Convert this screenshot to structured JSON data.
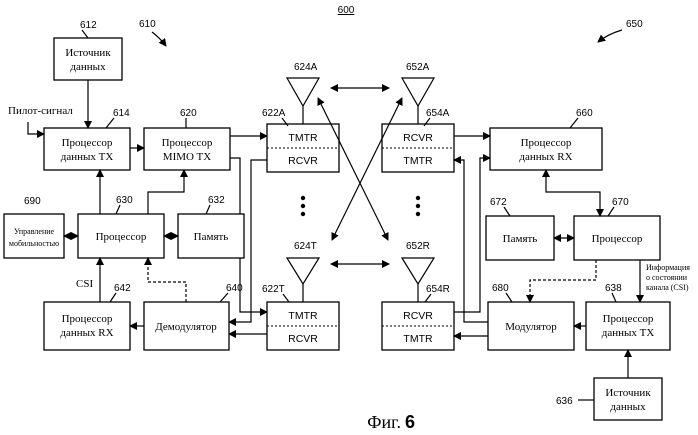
{
  "figure": {
    "number_ref": "600",
    "caption_text": "Фиг.",
    "caption_num": "6"
  },
  "systems": {
    "left_ref": "610",
    "right_ref": "650"
  },
  "boxes": {
    "src_l": {
      "ref": "612",
      "line1": "Источник",
      "line2": "данных"
    },
    "txp_l": {
      "ref": "614",
      "line1": "Процессор",
      "line2": "данных TX"
    },
    "mimo": {
      "ref": "620",
      "line1": "Процессор",
      "line2": "MIMO TX"
    },
    "mob": {
      "ref": "690",
      "line1": "Управление",
      "line2": "мобильностью"
    },
    "proc_l": {
      "ref": "630",
      "label": "Процессор"
    },
    "mem_l": {
      "ref": "632",
      "label": "Память"
    },
    "rxp_l": {
      "ref": "642",
      "line1": "Процессор",
      "line2": "данных RX"
    },
    "demod": {
      "ref": "640",
      "label": "Демодулятор"
    },
    "rxp_r": {
      "ref": "660",
      "line1": "Процессор",
      "line2": "данных RX"
    },
    "mem_r": {
      "ref": "672",
      "label": "Память"
    },
    "proc_r": {
      "ref": "670",
      "label": "Процессор"
    },
    "mod": {
      "ref": "680",
      "label": "Модулятор"
    },
    "txp_r": {
      "ref": "638",
      "line1": "Процессор",
      "line2": "данных TX"
    },
    "src_r": {
      "ref": "636",
      "line1": "Источник",
      "line2": "данных"
    }
  },
  "transceivers": {
    "t_l_top": {
      "ref": "622A",
      "top": "TMTR",
      "bottom": "RCVR"
    },
    "t_l_bot": {
      "ref": "622T",
      "top": "TMTR",
      "bottom": "RCVR"
    },
    "t_r_top": {
      "ref": "654A",
      "top": "RCVR",
      "bottom": "TMTR"
    },
    "t_r_bot": {
      "ref": "654R",
      "top": "RCVR",
      "bottom": "TMTR"
    }
  },
  "antennas": {
    "a1": "624A",
    "a2": "624T",
    "a3": "652A",
    "a4": "652R"
  },
  "signals": {
    "pilot": "Пилот-сигнал",
    "csi": "CSI",
    "csi_info_1": "Информация",
    "csi_info_2": "о состоянии",
    "csi_info_3": "канала (CSI)"
  }
}
